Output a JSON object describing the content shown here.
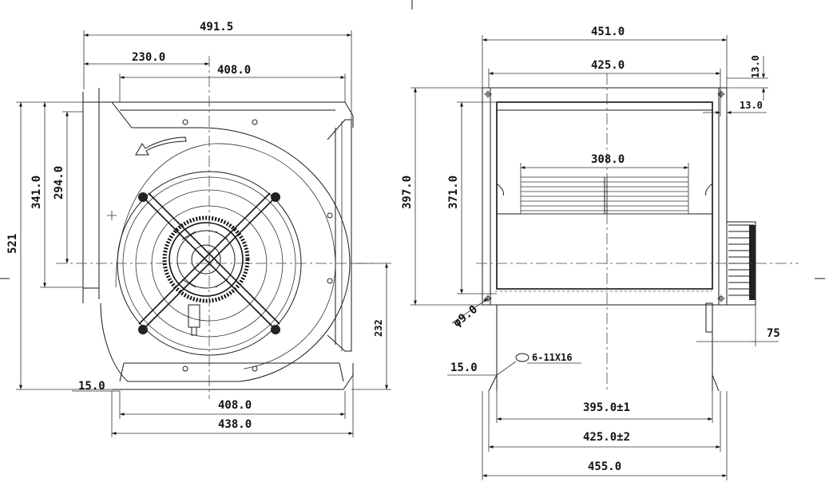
{
  "front_view": {
    "overall_width": "491.5",
    "offset_230": "230.0",
    "top_408": "408.0",
    "h_341": "341.0",
    "h_294": "294.0",
    "h_521": "521",
    "flange_15": "15.0",
    "bottom_408": "408.0",
    "bottom_438": "438.0",
    "right_232": "232"
  },
  "side_view": {
    "w_451": "451.0",
    "w_425_top": "425.0",
    "t_13_a": "13.0",
    "t_13_b": "13.0",
    "w_308": "308.0",
    "h_397": "397.0",
    "h_371": "371.0",
    "hole_dia": "φ9.0",
    "slot_note": "6-11X16",
    "flange_15": "15.0",
    "motor_75": "75",
    "w_395": "395.0±1",
    "w_425_bottom": "425.0±2",
    "w_455": "455.0"
  }
}
